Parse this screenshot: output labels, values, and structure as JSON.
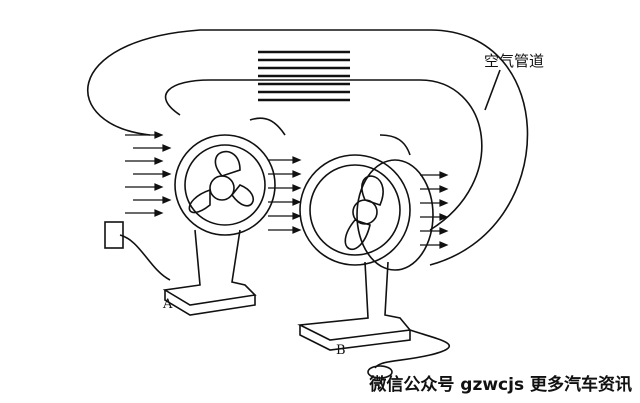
{
  "labels": {
    "duct": "空气管道",
    "fan_a": "A",
    "fan_b": "B"
  },
  "watermark": "微信公众号 gzwcjs 更多汽车资讯",
  "colors": {
    "ink": "#111111",
    "background": "#ffffff"
  }
}
